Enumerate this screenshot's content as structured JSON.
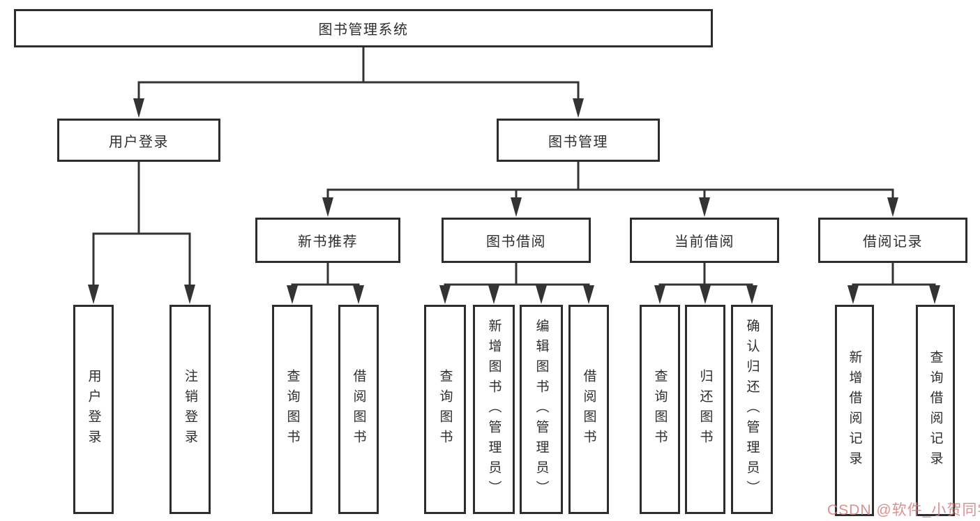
{
  "diagram": {
    "root": {
      "label": "图书管理系统"
    },
    "level2": [
      {
        "id": "user-login",
        "label": "用户登录"
      },
      {
        "id": "book-management",
        "label": "图书管理"
      }
    ],
    "level3": [
      {
        "id": "new-book-recommend",
        "parent": "图书管理",
        "label": "新书推荐"
      },
      {
        "id": "book-borrow",
        "parent": "图书管理",
        "label": "图书借阅"
      },
      {
        "id": "current-borrow",
        "parent": "图书管理",
        "label": "当前借阅"
      },
      {
        "id": "borrow-records",
        "parent": "图书管理",
        "label": "借阅记录"
      }
    ],
    "level4": [
      {
        "parent": "用户登录",
        "label": "用户登录"
      },
      {
        "parent": "用户登录",
        "label": "注销登录"
      },
      {
        "parent": "新书推荐",
        "label": "查询图书"
      },
      {
        "parent": "新书推荐",
        "label": "借阅图书"
      },
      {
        "parent": "图书借阅",
        "label": "查询图书"
      },
      {
        "parent": "图书借阅",
        "label": "新增图书（管理员）"
      },
      {
        "parent": "图书借阅",
        "label": "编辑图书（管理员）"
      },
      {
        "parent": "图书借阅",
        "label": "借阅图书"
      },
      {
        "parent": "当前借阅",
        "label": "查询图书"
      },
      {
        "parent": "当前借阅",
        "label": "归还图书"
      },
      {
        "parent": "当前借阅",
        "label": "确认归还（管理员）"
      },
      {
        "parent": "借阅记录",
        "label": "新增借阅记录"
      },
      {
        "parent": "借阅记录",
        "label": "查询借阅记录"
      }
    ],
    "watermark": {
      "text": "CSDN @软件_小贺同学"
    },
    "colors": {
      "line": "#333333",
      "box_border": "#2d2d2d",
      "text": "#2e2e2e",
      "watermark": "#d67d7d",
      "background": "#ffffff"
    }
  }
}
